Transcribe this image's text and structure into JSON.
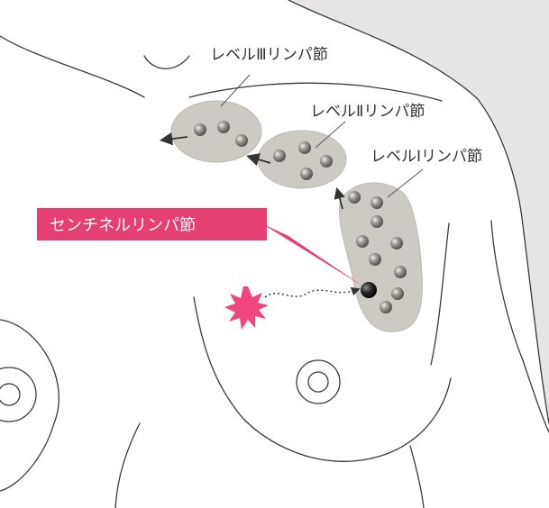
{
  "labels": {
    "level3": "レベルⅢリンパ節",
    "level2": "レベルⅡリンパ節",
    "level1": "レベルⅠリンパ節",
    "sentinel": "センチネルリンパ節"
  },
  "colors": {
    "background_gray": "#e7e5e3",
    "node_group": "#cdc9c3",
    "node_group_stroke": "#bdb8b1",
    "node": "#8d8b88",
    "sentinel_node": "#222222",
    "sentinel_label_bg": "#e63f74",
    "tumor_burst": "#f0457d",
    "skin": "#ffffff",
    "outline": "#3a3a3a"
  },
  "icons": [
    "tumor-burst-icon",
    "drainage-arrow-icon",
    "lymph-node-icon"
  ]
}
